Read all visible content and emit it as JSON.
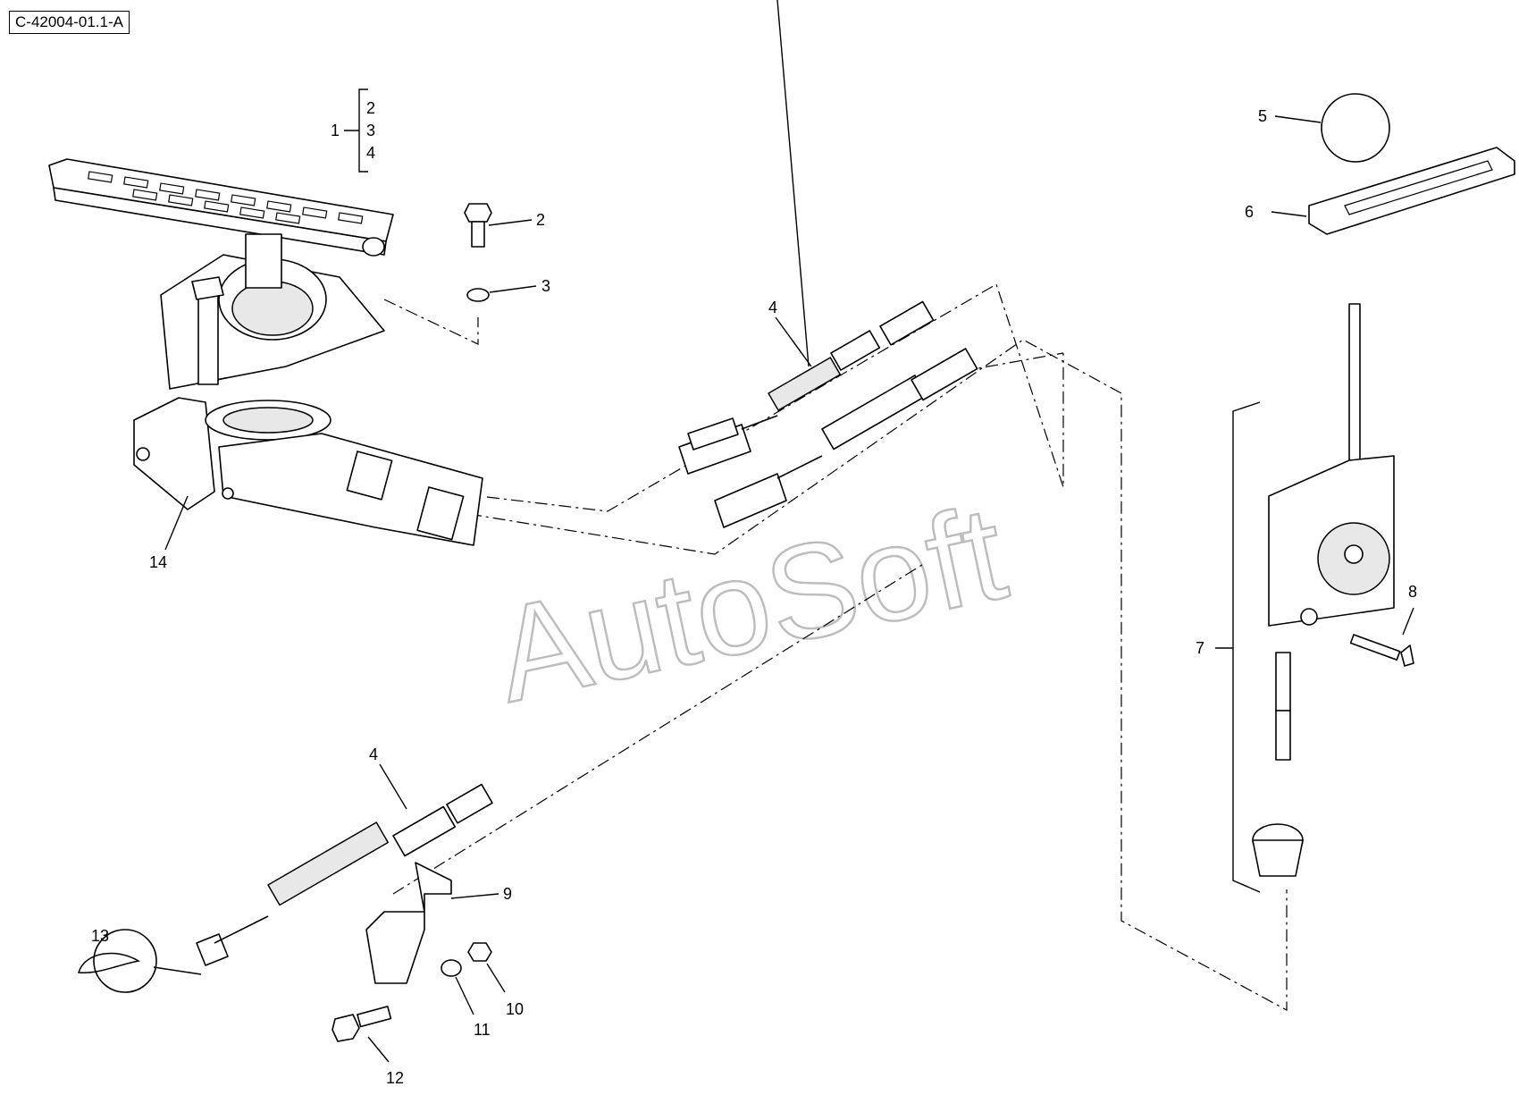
{
  "diagram_ref": "C-42004-01.1-A",
  "watermark": "AutoSoft",
  "kit": {
    "label": "1",
    "items": [
      "2",
      "3",
      "4"
    ]
  },
  "callouts": {
    "bolt": "2",
    "washer": "3",
    "cable_upper": "4",
    "cable_lower": "4",
    "ball": "5",
    "gaiter": "6",
    "assembly": "7",
    "screw": "8",
    "bracket": "9",
    "nut": "10",
    "washer_small": "11",
    "bolt_bracket": "12",
    "clip": "13",
    "pedal": "14"
  }
}
